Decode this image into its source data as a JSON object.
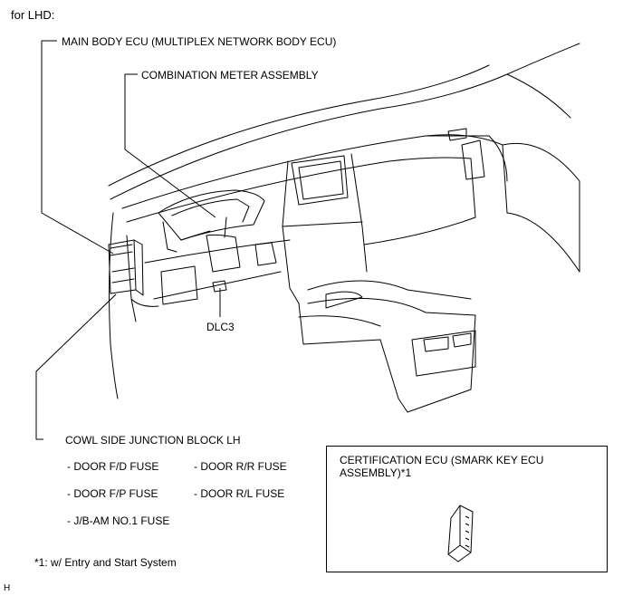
{
  "heading": "for LHD:",
  "labels": {
    "main_body_ecu": "MAIN BODY ECU (MULTIPLEX NETWORK BODY ECU)",
    "combination_meter": "COMBINATION METER ASSEMBLY",
    "dlc3": "DLC3",
    "cowl_side_jb": "COWL SIDE JUNCTION BLOCK LH"
  },
  "fuses": {
    "door_fd": "- DOOR F/D FUSE",
    "door_rr": "- DOOR R/R FUSE",
    "door_fp": "- DOOR F/P FUSE",
    "door_rl": "- DOOR R/L FUSE",
    "jb_am": "- J/B-AM NO.1 FUSE"
  },
  "footnote": "*1: w/ Entry and Start System",
  "inset": {
    "title_line1": "CERTIFICATION ECU (SMARK KEY ECU",
    "title_line2": "ASSEMBLY)*1"
  },
  "corner_mark": "H"
}
